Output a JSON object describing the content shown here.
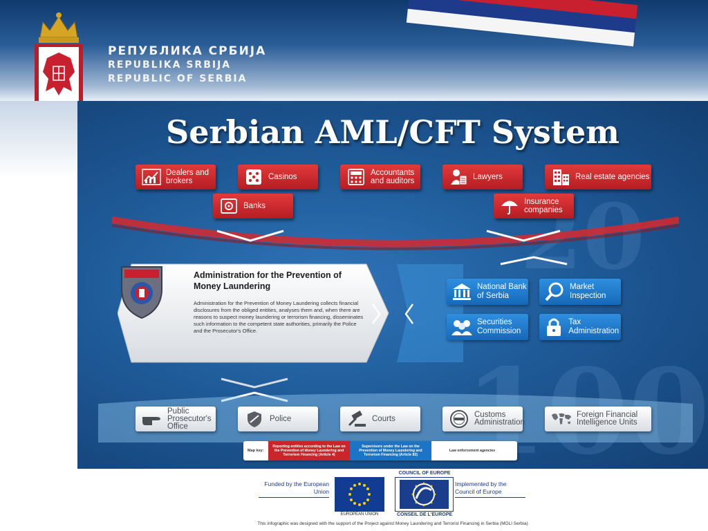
{
  "header": {
    "republic_cyrillic": "РЕПУБЛИКА СРБИЈА",
    "republic_latin": "REPUBLIKA SRBIJA",
    "republic_english": "REPUBLIC OF SERBIA",
    "coat_of_arms_icon": "serbian-coat-of-arms-icon"
  },
  "title": "Serbian AML/CFT System",
  "reporting_entities": [
    {
      "label": "Dealers and brokers",
      "icon": "chart-icon"
    },
    {
      "label": "Casinos",
      "icon": "dice-icon"
    },
    {
      "label": "Accountants and auditors",
      "icon": "calculator-icon"
    },
    {
      "label": "Lawyers",
      "icon": "lawyer-icon"
    },
    {
      "label": "Real estate agencies",
      "icon": "building-icon"
    },
    {
      "label": "Banks",
      "icon": "safe-icon"
    },
    {
      "label": "Insurance companies",
      "icon": "umbrella-icon"
    }
  ],
  "administration": {
    "title": "Administration for the Prevention of Money Laundering",
    "body": "Administration for the Prevention of Money Laundering collects financial disclosures from the obliged entities, analyses them and, when there are reasons to suspect money laundering or terrorism financing, disseminates such information to the competent state authorities, primarily the Police and the Prosecutor's Office.",
    "badge_icon": "administration-badge-icon"
  },
  "supervisors": [
    {
      "label": "National Bank of Serbia",
      "icon": "bank-icon"
    },
    {
      "label": "Market Inspection",
      "icon": "magnifier-icon"
    },
    {
      "label": "Securities Commission",
      "icon": "people-icon"
    },
    {
      "label": "Tax Administration",
      "icon": "lock-icon"
    }
  ],
  "law_enforcement": [
    {
      "label": "Public Prosecutor's Office",
      "icon": "pointing-hand-icon"
    },
    {
      "label": "Police",
      "icon": "shield-icon"
    },
    {
      "label": "Courts",
      "icon": "gavel-icon"
    },
    {
      "label": "Customs Administration",
      "icon": "customs-seal-icon"
    },
    {
      "label": "Foreign Financial Intelligence Units",
      "icon": "world-map-icon"
    }
  ],
  "map_key": {
    "label": "Map key:",
    "red": "Reporting entities according to the Law on the Prevention of Money Laundering and Terrorism Financing (Article 4)",
    "blue": "Supervisors under the Law on the Prevention of Money Laundering and Terrorism Financing (Article 82)",
    "white": "Law enforcement agencies"
  },
  "footer": {
    "funded": "Funded by the European Union",
    "implemented": "Implemented by the Council of Europe",
    "eu_label": "EUROPEAN UNION",
    "coe_top": "COUNCIL OF EUROPE",
    "coe_bottom": "CONSEIL DE L'EUROPE",
    "footnote": "This infographic was designed with the support of the Project against Money Laundering and Terrorist Financing in Serbia (MOLI Serbia)"
  },
  "colors": {
    "reporting_red": "#c9252b",
    "supervisor_blue": "#1b74c5",
    "panel_blue": "#1f5b99",
    "footer_blue": "#1a3e8c"
  }
}
